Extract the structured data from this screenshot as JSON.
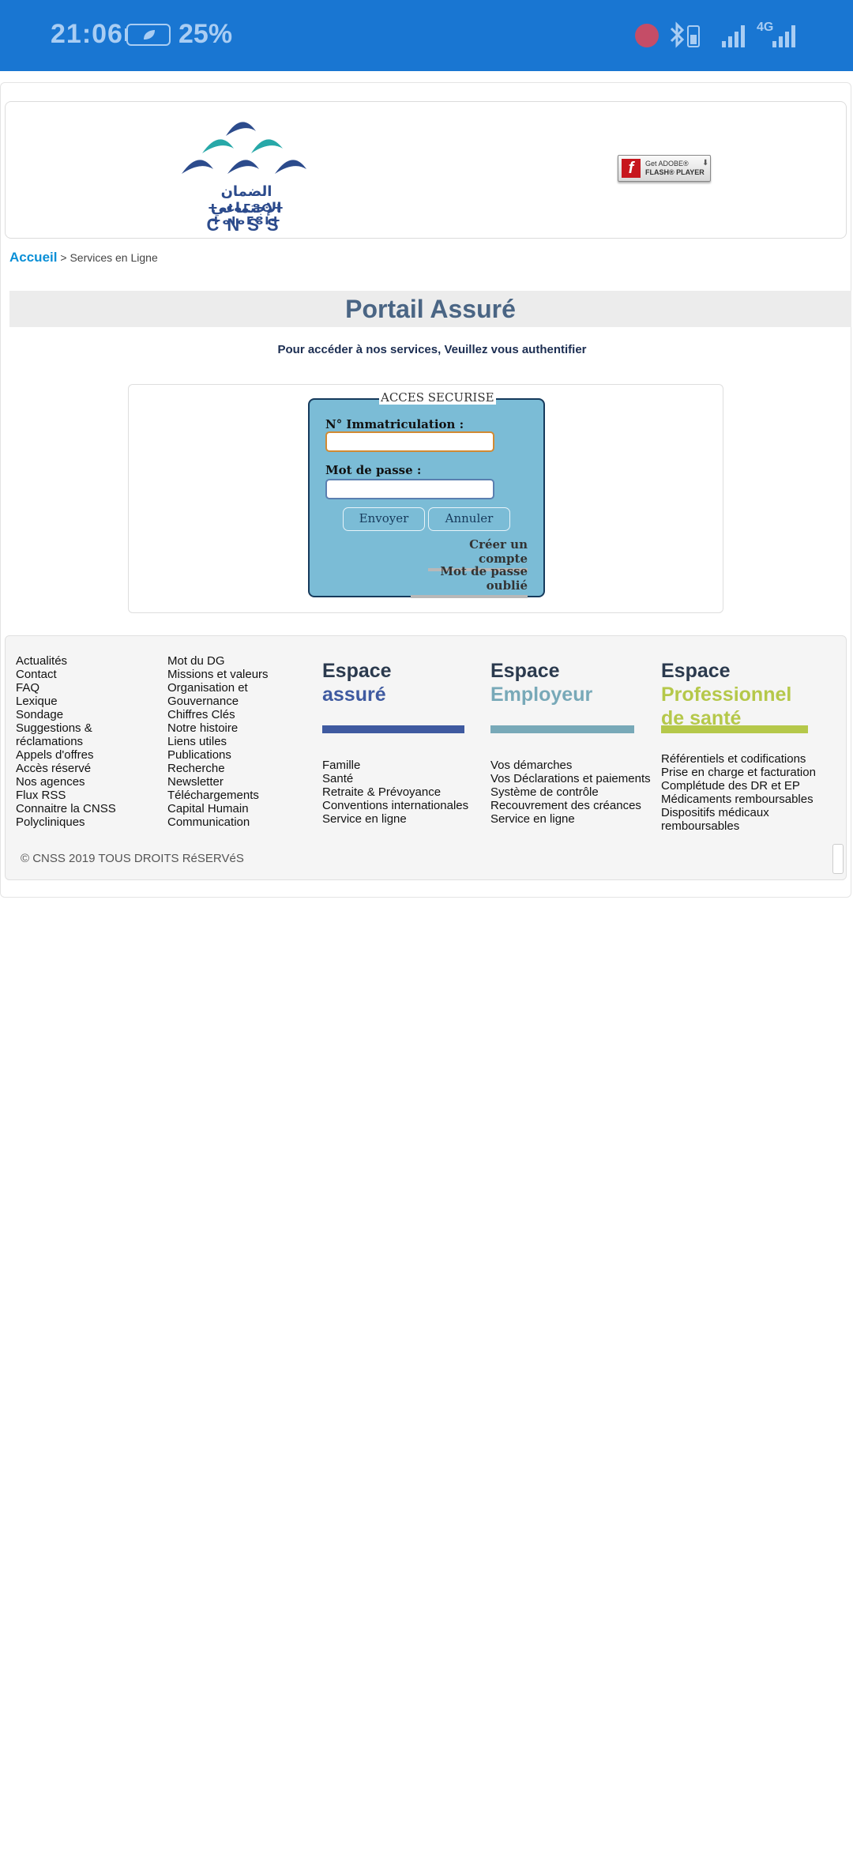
{
  "status_bar": {
    "time": "21:06",
    "battery_percent": "25%",
    "network": "4G",
    "icons": [
      "leaf-battery-icon",
      "app-notification-icon",
      "bluetooth-icon",
      "battery-icon",
      "signal-icon",
      "signal-icon"
    ]
  },
  "header": {
    "logo": {
      "arabic": "الضمان الإجتماعي",
      "tifinagh": "ⵜⴰⵏⴰⵎⵓⵙⵜ ⵜⴰⵏⴰⵎⵓⵏⵜ",
      "name": "CNSS"
    },
    "flash_badge": {
      "line1": "Get ADOBE®",
      "line2": "FLASH® PLAYER"
    }
  },
  "breadcrumb": {
    "home": "Accueil",
    "current": "> Services en Ligne"
  },
  "main": {
    "title": "Portail Assuré",
    "subtitle": "Pour accéder à nos services, Veuillez vous authentifier"
  },
  "login": {
    "legend": "ACCES SECURISE",
    "immat_label": "N° Immatriculation :",
    "immat_value": "",
    "password_label": "Mot de passe :",
    "password_value": "",
    "submit": "Envoyer",
    "cancel": "Annuler",
    "create_account": "Créer un compte",
    "forgot_password": "Mot de passe oublié"
  },
  "footer": {
    "col1": [
      "Actualités",
      "Contact",
      "FAQ",
      "Lexique",
      "Sondage",
      "Suggestions &",
      "réclamations",
      "Appels d'offres",
      "Accès réservé",
      "Nos agences",
      "Flux RSS",
      "Connaitre la CNSS",
      "Polycliniques"
    ],
    "col2": [
      "Mot du DG",
      "Missions et valeurs",
      "Organisation et",
      "Gouvernance",
      "Chiffres Clés",
      "Notre histoire",
      "Liens utiles",
      "Publications",
      "Recherche",
      "Newsletter",
      "Téléchargements",
      "Capital Humain",
      "Communication"
    ],
    "espace_assure": {
      "line1": "Espace",
      "line2": "assuré",
      "color": "#3f5aa0",
      "items": [
        "Famille",
        "Santé",
        "Retraite & Prévoyance",
        "Conventions internationales",
        "Service en ligne"
      ]
    },
    "espace_employeur": {
      "line1": "Espace",
      "line2": "Employeur",
      "color": "#78a9b8",
      "items": [
        "Vos démarches",
        "Vos Déclarations et paiements",
        "Système de contrôle",
        "Recouvrement des créances",
        "Service en ligne"
      ]
    },
    "espace_sante": {
      "line1": "Espace",
      "line2": "Professionnel",
      "line3": "de santé",
      "color": "#b5c84a",
      "items": [
        "Référentiels et codifications",
        "Prise en charge et facturation",
        "Complétude des DR et EP",
        "Médicaments remboursables",
        "Dispositifs médicaux",
        "remboursables"
      ]
    },
    "copyright": "© CNSS 2019 TOUS DROITS RéSERVéS"
  }
}
